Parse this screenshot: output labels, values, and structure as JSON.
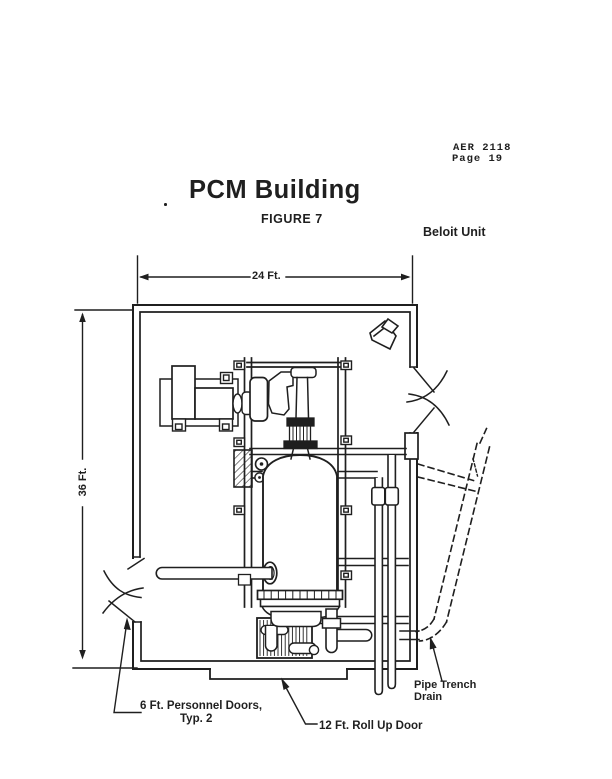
{
  "page": {
    "ref_line1": "AER 2118",
    "ref_line2": "Page 19",
    "title": "PCM Building",
    "figure_caption": "FIGURE 7",
    "unit_label": "Beloit Unit"
  },
  "dimensions": {
    "width": "24 Ft.",
    "height": "36 Ft."
  },
  "callouts": {
    "personnel_doors_line1": "6 Ft. Personnel Doors,",
    "personnel_doors_line2": "Typ. 2",
    "rollup_door": "12 Ft. Roll Up Door",
    "pipe_trench_line1": "Pipe Trench",
    "pipe_trench_line2": "Drain"
  },
  "colors": {
    "ink": "#1f1f1f",
    "paper": "#ffffff"
  }
}
